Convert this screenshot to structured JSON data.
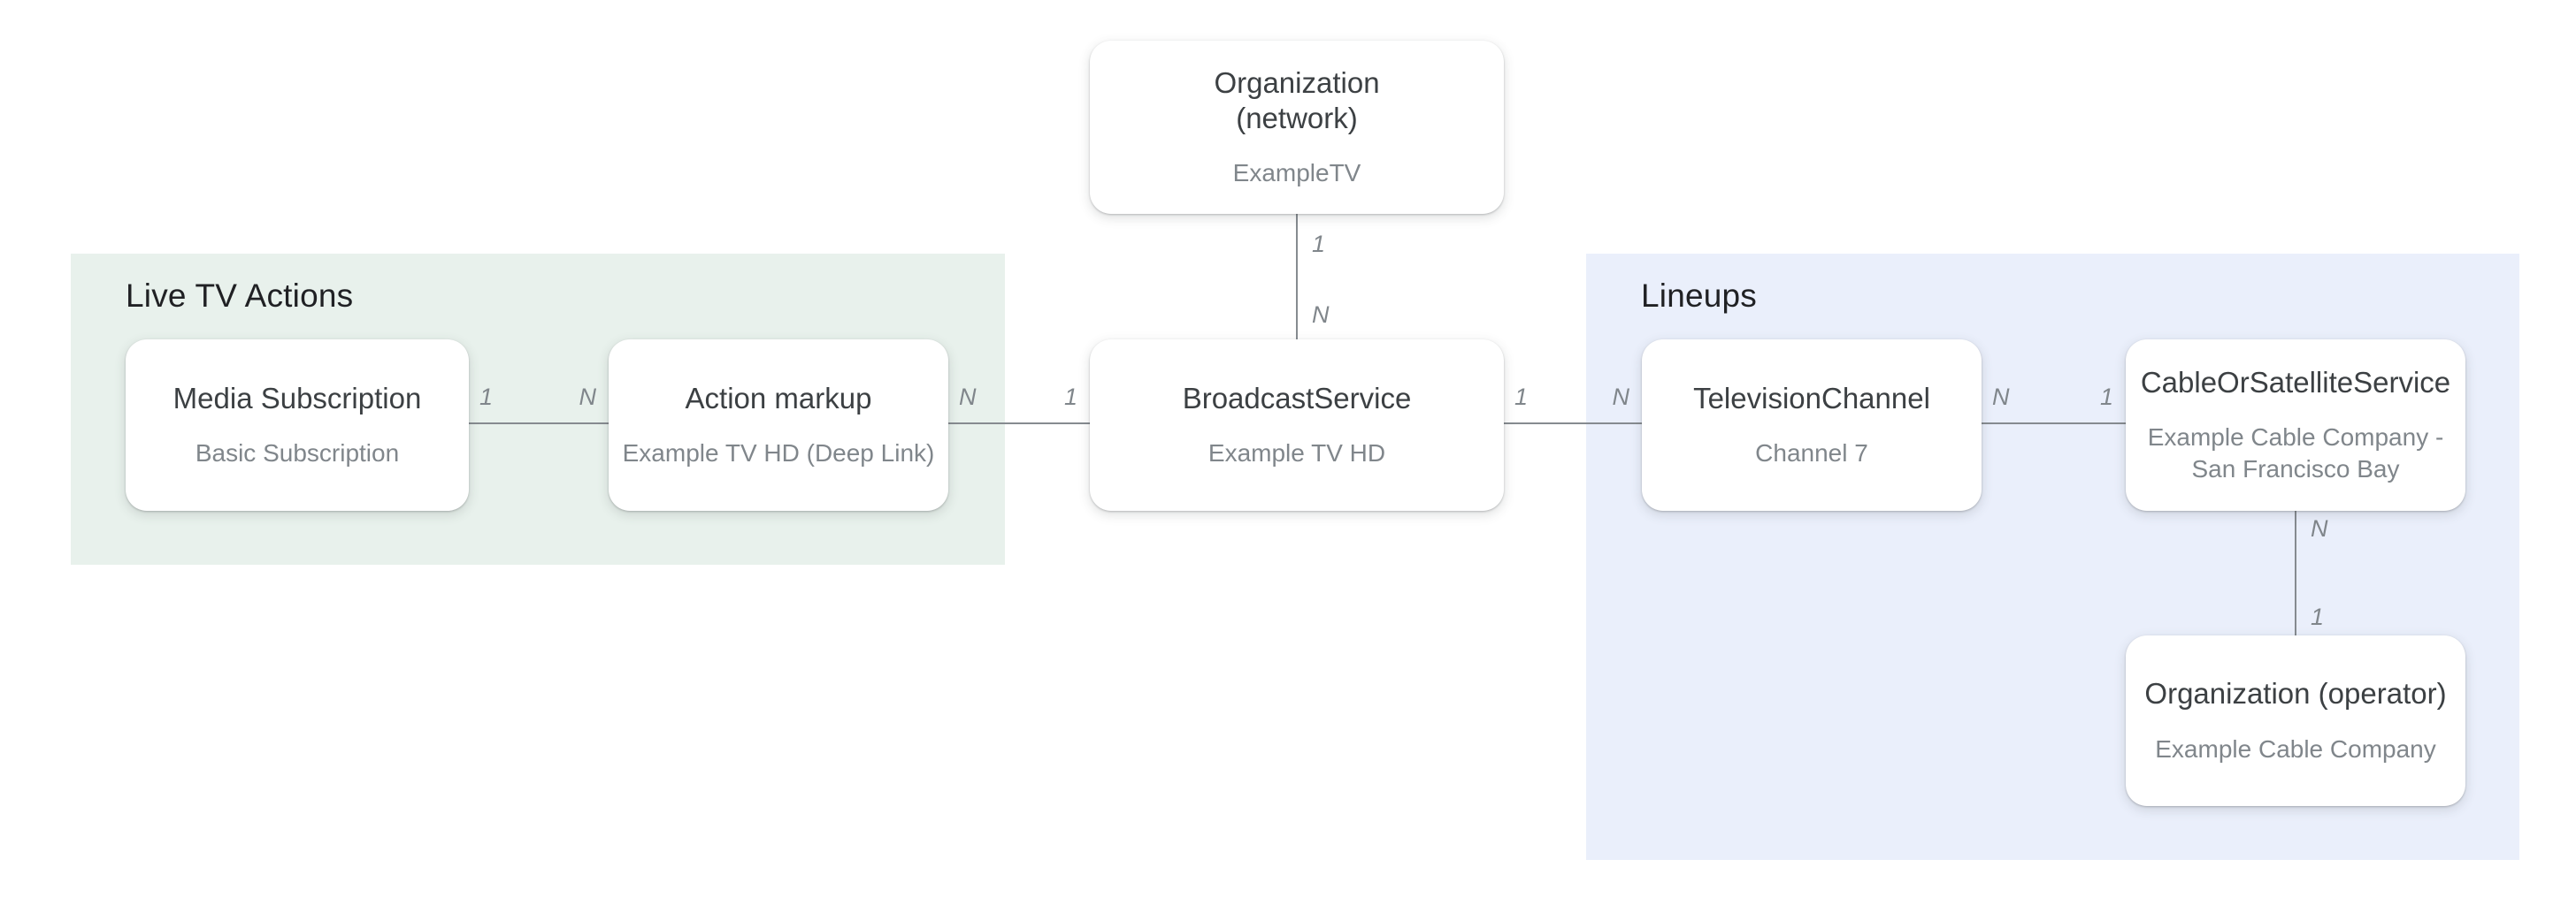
{
  "diagram": {
    "colors": {
      "background": "#ffffff",
      "group_green_bg": "#e8f1ec",
      "group_blue_bg": "#eaeffb",
      "node_bg": "#ffffff",
      "node_title_text": "#3c4043",
      "node_subtitle_text": "#80868b",
      "group_title_text": "#202124",
      "connector_line": "#868b90",
      "cardinality_text": "#80868b"
    },
    "groups": {
      "live_tv_actions": {
        "title": "Live TV Actions"
      },
      "lineups": {
        "title": "Lineups"
      }
    },
    "nodes": {
      "org_network": {
        "title": "Organization\n(network)",
        "subtitle": "ExampleTV"
      },
      "media_subscription": {
        "title": "Media Subscription",
        "subtitle": "Basic Subscription"
      },
      "action_markup": {
        "title": "Action markup",
        "subtitle": "Example TV HD (Deep Link)"
      },
      "broadcast_service": {
        "title": "BroadcastService",
        "subtitle": "Example TV HD"
      },
      "television_channel": {
        "title": "TelevisionChannel",
        "subtitle": "Channel 7"
      },
      "cable_or_satellite_service": {
        "title": "CableOrSatelliteService",
        "subtitle": "Example Cable Company -\nSan Francisco Bay"
      },
      "org_operator": {
        "title": "Organization (operator)",
        "subtitle": "Example Cable Company"
      }
    },
    "edges": {
      "network_broadcast": {
        "from_label": "1",
        "to_label": "N"
      },
      "subscription_action": {
        "from_label": "1",
        "to_label": "N"
      },
      "action_broadcast": {
        "from_label": "N",
        "to_label": "1"
      },
      "broadcast_channel": {
        "from_label": "1",
        "to_label": "N"
      },
      "channel_cable": {
        "from_label": "N",
        "to_label": "1"
      },
      "cable_operator": {
        "from_label": "N",
        "to_label": "1"
      }
    }
  }
}
